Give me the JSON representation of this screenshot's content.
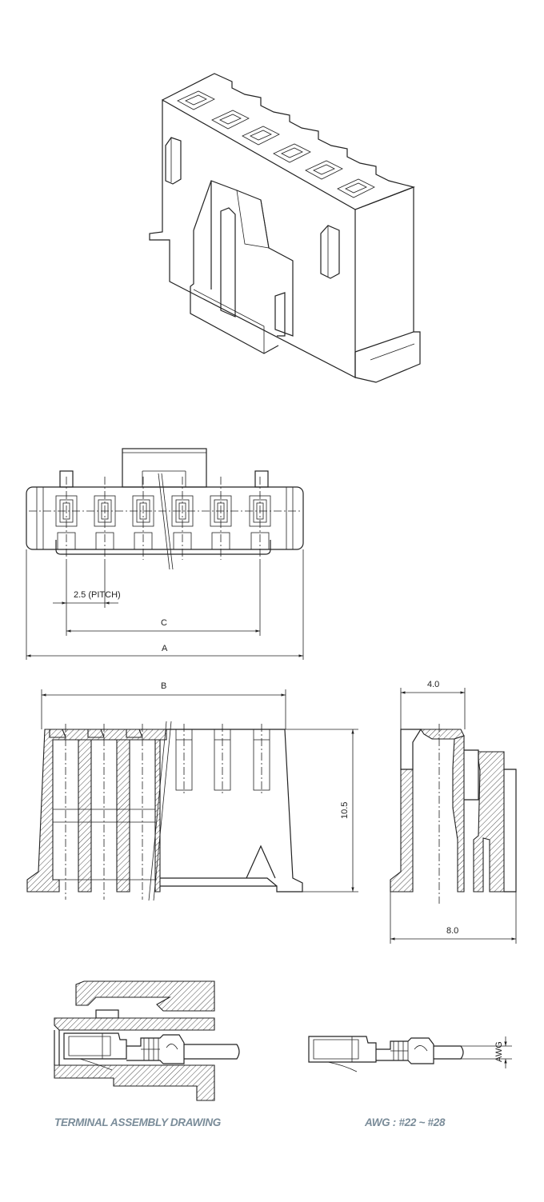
{
  "dimensions": {
    "pitch": "2.5 (PITCH)",
    "c": "C",
    "a": "A",
    "b": "B",
    "height": "10.5",
    "top_depth": "4.0",
    "bottom_depth": "8.0",
    "awg": "AWG"
  },
  "captions": {
    "terminal": "TERMINAL ASSEMBLY DRAWING",
    "awg_range": "AWG : #22 ~ #28"
  }
}
